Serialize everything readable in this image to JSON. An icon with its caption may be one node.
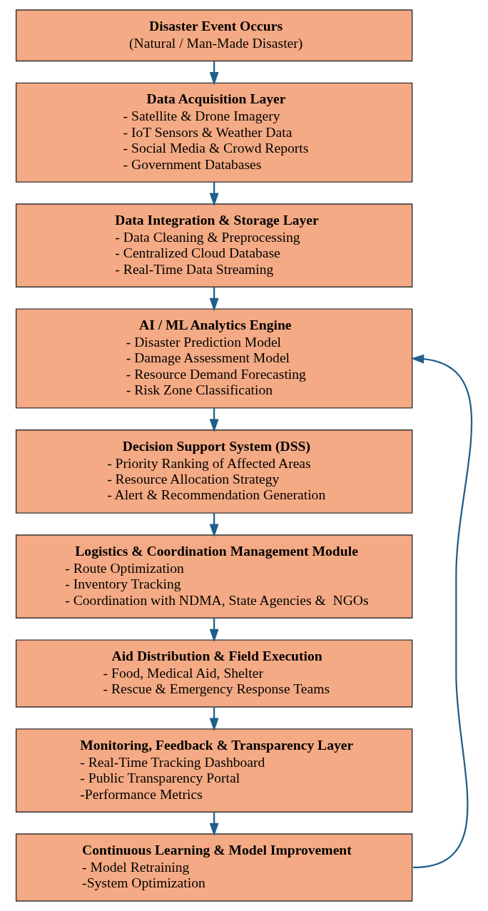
{
  "diagram": {
    "nodes": [
      {
        "text": [
          "Disaster Event Occurs",
          "(Natural / Man-Made Disaster)"
        ]
      },
      {
        "text": [
          "Data Acquisition Layer",
          "- Satellite & Drone Imagery",
          "- IoT Sensors & Weather Data",
          "- Social Media & Crowd Reports",
          "- Government Databases"
        ]
      },
      {
        "text": [
          "Data Integration & Storage Layer",
          "- Data Cleaning & Preprocessing",
          "- Centralized Cloud Database",
          "- Real-Time Data Streaming"
        ]
      },
      {
        "text": [
          "AI / ML Analytics Engine",
          "- Disaster Prediction Model",
          "- Damage Assessment Model",
          "- Resource Demand Forecasting",
          "- Risk Zone Classification"
        ]
      },
      {
        "text": [
          "Decision Support System (DSS)",
          "- Priority Ranking of Affected Areas",
          "- Resource Allocation Strategy",
          "- Alert & Recommendation Generation"
        ]
      },
      {
        "text": [
          "Logistics & Coordination Management Module",
          "- Route Optimization",
          "- Inventory Tracking",
          "- Coordination with NDMA, State Agencies &  NGOs"
        ]
      },
      {
        "text": [
          "Aid Distribution & Field Execution",
          "- Food, Medical Aid, Shelter",
          "- Rescue & Emergency Response Teams"
        ]
      },
      {
        "text": [
          "Monitoring, Feedback & Transparency Layer",
          "- Real-Time Tracking Dashboard",
          "- Public Transparency Portal",
          "-Performance Metrics"
        ]
      },
      {
        "text": [
          "Continuous Learning & Model Improvement",
          "- Model Retraining",
          "-System Optimization"
        ]
      }
    ],
    "edges": [
      {
        "from": 0,
        "to": 1,
        "arrow": "to"
      },
      {
        "from": 1,
        "to": 2,
        "arrow": "to"
      },
      {
        "from": 2,
        "to": 3,
        "arrow": "to"
      },
      {
        "from": 3,
        "to": 4,
        "arrow": "to"
      },
      {
        "from": 4,
        "to": 5,
        "arrow": "to"
      },
      {
        "from": 5,
        "to": 6,
        "arrow": "to"
      },
      {
        "from": 6,
        "to": 7,
        "arrow": "to"
      },
      {
        "from": 7,
        "to": 8,
        "arrow": "to"
      },
      {
        "from": 8,
        "to": 3,
        "arrow": "to"
      }
    ]
  }
}
